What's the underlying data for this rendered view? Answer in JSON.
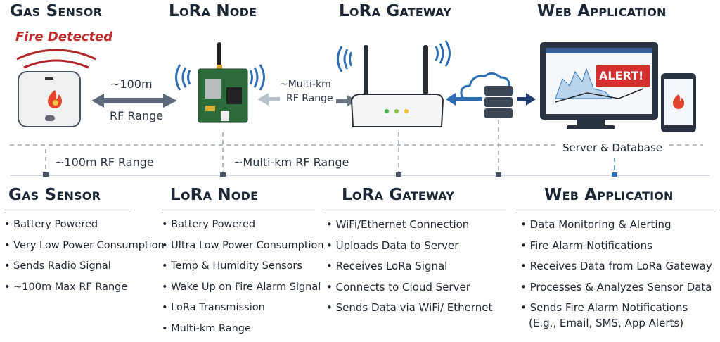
{
  "top": {
    "headings": [
      "Gas Sensor",
      "LoRa Node",
      "LoRa Gateway",
      "Web Application"
    ],
    "fire_detected": "Fire Detected",
    "arrow1_top": "~100m",
    "arrow1_bottom": "RF Range",
    "arrow2_top": "~Multi-km",
    "arrow2_bottom": "RF Range",
    "alert": "ALERT!",
    "range1": "~100m RF Range",
    "range2": "~Multi-km RF Range",
    "server": "Server & Database"
  },
  "colors": {
    "blue": "#2f6db3",
    "red": "#c0292b",
    "dark": "#1c2735"
  },
  "columns": [
    {
      "title": "Gas Sensor",
      "items": [
        "Battery Powered",
        "Very Low Power Consumption",
        "Sends Radio Signal",
        "~100m Max RF Range"
      ]
    },
    {
      "title": "LoRa Node",
      "items": [
        "Battery Powered",
        "Ultra Low Power Consumption",
        "Temp & Humidity Sensors",
        "Wake Up on Fire Alarm Signal",
        "LoRa Transmission",
        "Multi-km Range"
      ]
    },
    {
      "title": "LoRa Gateway",
      "items": [
        "WiFi/Ethernet Connection",
        "Uploads Data to Server",
        "Receives LoRa Signal",
        "Connects to Cloud Server",
        "Sends Data via WiFi/ Ethernet"
      ]
    },
    {
      "title": "Web Application",
      "items": [
        "Data Monitoring & Alerting",
        "Fire Alarm Notifications",
        "Receives Data from LoRa Gateway",
        "Processes & Analyzes Sensor Data",
        "Sends Fire Alarm Notifications",
        "(E.g., Email, SMS, App Alerts)"
      ]
    }
  ]
}
